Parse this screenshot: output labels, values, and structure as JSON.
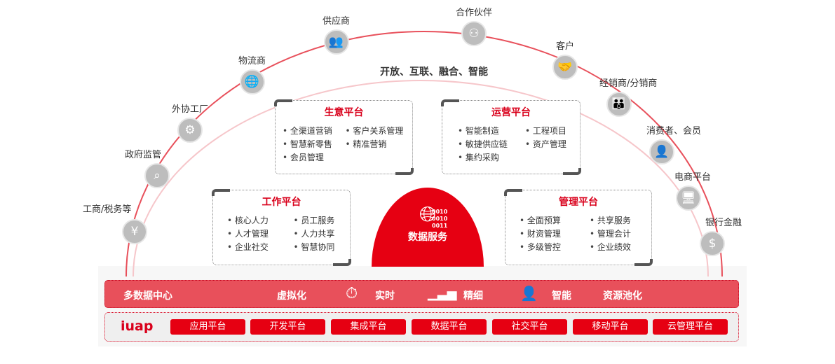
{
  "slogan": "开放、互联、融合、智能",
  "outer_nodes": [
    {
      "label": "工商/税务等",
      "icon": "yen-icon"
    },
    {
      "label": "政府监管",
      "icon": "magnifier-icon"
    },
    {
      "label": "外协工厂",
      "icon": "gear-icon"
    },
    {
      "label": "物流商",
      "icon": "globe-runner-icon"
    },
    {
      "label": "供应商",
      "icon": "people-icon"
    },
    {
      "label": "合作伙伴",
      "icon": "partners-icon"
    },
    {
      "label": "客户",
      "icon": "handshake-icon"
    },
    {
      "label": "经销商/分销商",
      "icon": "group-icon"
    },
    {
      "label": "消费者、会员",
      "icon": "user-icon"
    },
    {
      "label": "电商平台",
      "icon": "computer-icon"
    },
    {
      "label": "银行金融",
      "icon": "dollar-icon"
    }
  ],
  "platforms": {
    "business": {
      "title": "生意平台",
      "items": [
        "全渠道营销",
        "客户关系管理",
        "智慧新零售",
        "精准营销",
        "会员管理"
      ]
    },
    "operations": {
      "title": "运营平台",
      "items": [
        "智能制造",
        "工程项目",
        "敏捷供应链",
        "资产管理",
        "集约采购"
      ]
    },
    "work": {
      "title": "工作平台",
      "items": [
        "核心人力",
        "员工服务",
        "人才管理",
        "人力共享",
        "企业社交",
        "智慧协同"
      ]
    },
    "management": {
      "title": "管理平台",
      "items": [
        "全面预算",
        "共享服务",
        "财资管理",
        "管理会计",
        "多级管控",
        "企业绩效"
      ]
    }
  },
  "data_service": {
    "title": "数据服务",
    "bits": [
      "0010",
      "0010",
      "0011"
    ]
  },
  "band1": {
    "items": [
      "多数据中心",
      "虚拟化",
      "实时",
      "精细",
      "智能",
      "资源池化"
    ]
  },
  "band2": {
    "brand": "iuap",
    "platforms": [
      "应用平台",
      "开发平台",
      "集成平台",
      "数据平台",
      "社交平台",
      "移动平台",
      "云管理平台"
    ]
  },
  "colors": {
    "accent": "#e60012",
    "band": "#e8505b",
    "arc": "#e8505b"
  }
}
